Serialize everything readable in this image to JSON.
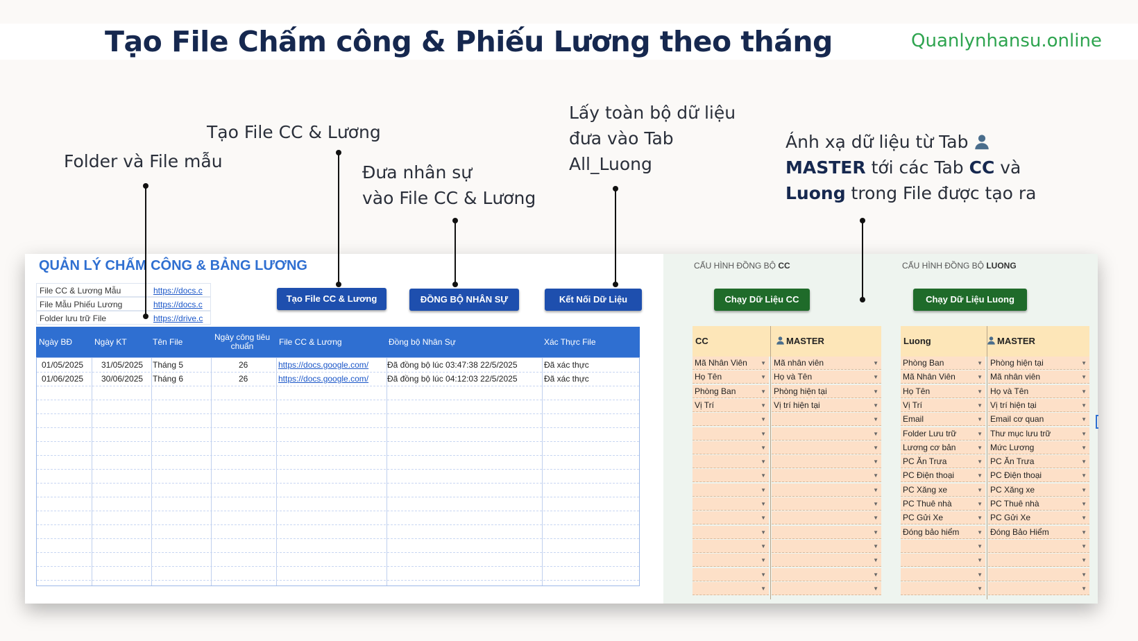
{
  "banner": {
    "title": "Tạo File Chấm công & Phiếu Lương theo tháng",
    "site": "Quanlynhansu.online"
  },
  "annotations": {
    "folder": "Folder và File mẫu",
    "create_title": "Tạo File CC & Lương",
    "staff_line1": "Đưa nhân sự",
    "staff_line2": "vào File CC & Lương",
    "data_line1": "Lấy toàn bộ dữ liệu",
    "data_line2": "đưa vào Tab",
    "data_line3": "All_Luong",
    "map_line1": "Ánh xạ dữ liệu từ Tab",
    "map_master": "MASTER",
    "map_line2_mid": " tới các Tab ",
    "map_cc": "CC",
    "map_line2_end": " và",
    "map_luong": "Luong",
    "map_line3_end": " trong File  được tạo ra"
  },
  "sheet": {
    "heading": "QUẢN LÝ CHẤM CÔNG & BẢNG LƯƠNG",
    "config": [
      {
        "label": "File CC & Lương Mẫu",
        "link": "https://docs.c"
      },
      {
        "label": "File Mẫu Phiếu Lương",
        "link": "https://docs.c"
      },
      {
        "label": "Folder lưu trữ File",
        "link": "https://drive.c"
      }
    ],
    "buttons": {
      "create": "Tạo File CC & Lương",
      "sync": "ĐỒNG BỘ NHÂN SỰ",
      "connect": "Kết Nối Dữ Liệu"
    },
    "columns": [
      "Ngày BĐ",
      "Ngày KT",
      "Tên File",
      "Ngày công tiêu chuẩn",
      "File CC & Lương",
      "Đồng bộ Nhân Sự",
      "Xác Thực File"
    ],
    "rows": [
      [
        "01/05/2025",
        "31/05/2025",
        "Tháng 5",
        "26",
        "https://docs.google.com/",
        "Đã đồng bộ lúc 03:47:38 22/5/2025",
        "Đã xác thực"
      ],
      [
        "01/06/2025",
        "30/06/2025",
        "Tháng 6",
        "26",
        "https://docs.google.com/",
        "Đã đồng bộ lúc 04:12:03 22/5/2025",
        "Đã xác thực"
      ]
    ]
  },
  "cc_config": {
    "title_prefix": "CẤU HÌNH ĐỒNG BỘ ",
    "title_bold": "CC",
    "button": "Chạy Dữ Liệu CC",
    "col_left": "CC",
    "col_right": "MASTER",
    "rows": [
      [
        "Mã Nhân Viên",
        "Mã nhân viên"
      ],
      [
        "Họ Tên",
        "Họ và Tên"
      ],
      [
        "Phòng Ban",
        "Phòng hiện tại"
      ],
      [
        "Vị Trí",
        "Vị trí hiện tại"
      ]
    ]
  },
  "luong_config": {
    "title_prefix": "CẤU HÌNH ĐỒNG BỘ ",
    "title_bold": "LUONG",
    "button": "Chạy Dữ Liệu Luong",
    "col_left": "Luong",
    "col_right": "MASTER",
    "rows": [
      [
        "Phòng Ban",
        "Phòng hiện tại"
      ],
      [
        "Mã Nhân Viên",
        "Mã nhân viên"
      ],
      [
        "Họ Tên",
        "Họ và Tên"
      ],
      [
        "Vị Trí",
        "Vị trí hiện tại"
      ],
      [
        "Email",
        "Email cơ quan"
      ],
      [
        "Folder Lưu trữ",
        "Thư mục lưu trữ"
      ],
      [
        "Lương cơ bản",
        "Mức Lương"
      ],
      [
        "PC Ăn Trưa",
        "PC Ăn Trưa"
      ],
      [
        "PC Điện thoại",
        "PC Điện thoại"
      ],
      [
        "PC Xăng xe",
        "PC Xăng xe"
      ],
      [
        "PC Thuê nhà",
        "PC Thuê nhà"
      ],
      [
        "PC Gửi Xe",
        "PC Gửi Xe"
      ],
      [
        "Đóng bảo hiểm",
        "Đóng Bảo Hiểm"
      ]
    ]
  },
  "colors": {
    "navy": "#16284f",
    "site_green": "#2ea44f",
    "sheet_blue": "#2f6fd1",
    "button_blue": "#1e4fae",
    "button_green": "#1f6b2a",
    "header_yellow": "#fde6b8",
    "cell_peach": "#fde0c8"
  }
}
